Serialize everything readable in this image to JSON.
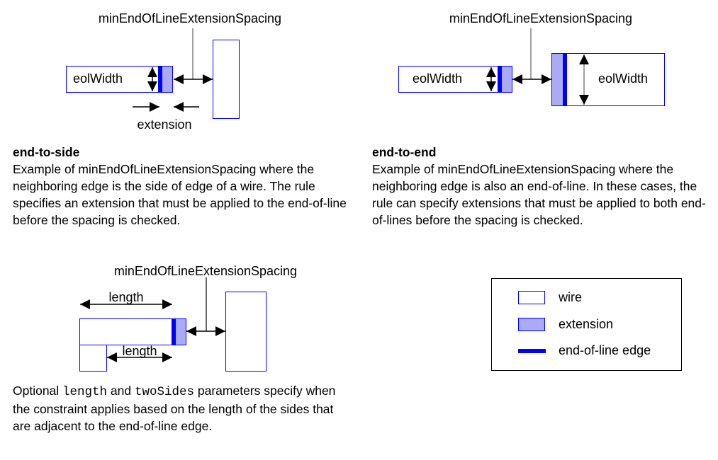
{
  "colors": {
    "wire_stroke": "#0000ff",
    "extension_fill": "#aaaaf5",
    "eol_edge": "#0000ff",
    "leader": "#808080"
  },
  "end_to_side": {
    "diagram_label": "minEndOfLineExtensionSpacing",
    "wire_label": "eolWidth",
    "extension_label": "extension",
    "title": "end-to-side",
    "description": "Example of minEndOfLineExtensionSpacing where the neighboring edge is the side of edge of a wire. The rule specifies an extension that must be applied to the end-of-line before the spacing is checked."
  },
  "end_to_end": {
    "diagram_label": "minEndOfLineExtensionSpacing",
    "left_wire_label": "eolWidth",
    "right_wire_label": "eolWidth",
    "title": "end-to-end",
    "description": "Example of minEndOfLineExtensionSpacing where the neighboring edge is also an end-of-line. In these cases, the rule can specify extensions that must be applied to both end-of-lines before the spacing is checked."
  },
  "length_example": {
    "diagram_label": "minEndOfLineExtensionSpacing",
    "top_length_label": "length",
    "bottom_length_label": "length",
    "desc_prefix": "Optional ",
    "param1": "length",
    "desc_mid": " and ",
    "param2": "twoSides",
    "desc_suffix": " parameters specify when the constraint applies based on the length of the sides that are adjacent to the end-of-line edge."
  },
  "legend": {
    "items": [
      {
        "label": "wire",
        "icon": "wire-swatch"
      },
      {
        "label": "extension",
        "icon": "extension-swatch"
      },
      {
        "label": "end-of-line edge",
        "icon": "eol-edge-line"
      }
    ]
  }
}
